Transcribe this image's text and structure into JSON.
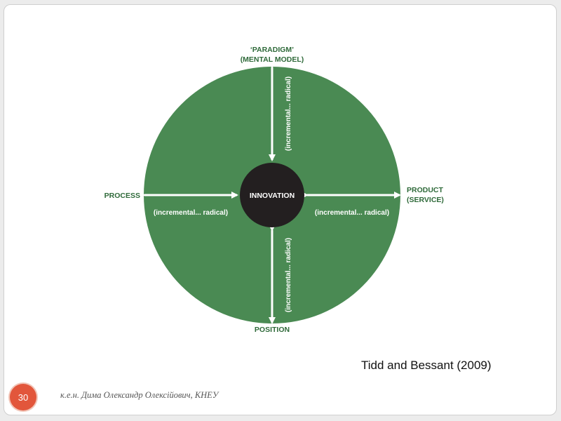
{
  "diagram": {
    "center": "INNOVATION",
    "top_label_line1": "‘PARADIGM’",
    "top_label_line2": "(MENTAL MODEL)",
    "left_label": "PROCESS",
    "right_label_line1": "PRODUCT",
    "right_label_line2": "(SERVICE)",
    "bottom_label": "POSITION",
    "axis_top": "(incremental... radical)",
    "axis_bottom": "(incremental... radical)",
    "axis_left": "(incremental... radical)",
    "axis_right": "(incremental... radical)",
    "colors": {
      "circle": "#4a8a53",
      "center": "#231f20",
      "label": "#2f6a3a"
    }
  },
  "citation": "Tidd and Bessant (2009)",
  "footer": {
    "page_number": "30",
    "author": "к.е.н. Дима Олександр Олексійович, КНЕУ"
  }
}
